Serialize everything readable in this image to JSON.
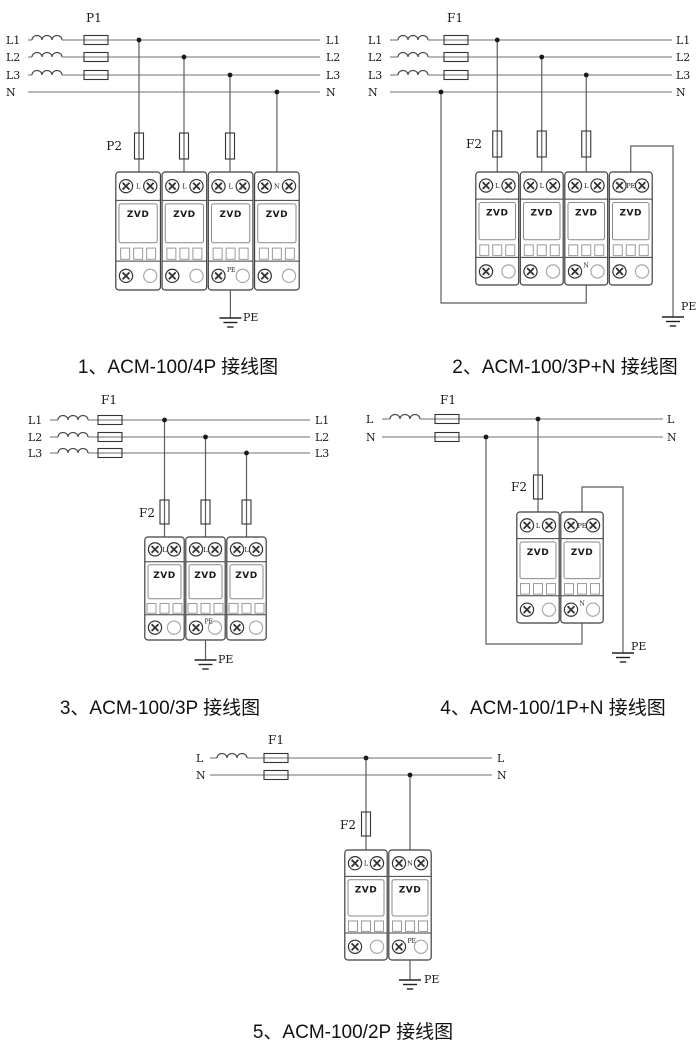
{
  "page_title": "ACM-100 surge protector wiring diagrams",
  "colors": {
    "bus_wire": "#8c8c8c",
    "branch_wire": "#5d5d5d",
    "device_stroke": "#3f3f3f",
    "text": "#1a1a1a"
  },
  "diagrams": [
    {
      "caption": "1、ACM-100/4P 接线图",
      "main_fuse_label": "P1",
      "branch_fuse_label": "P2",
      "pe_label": "PE",
      "lines": [
        "L1",
        "L2",
        "L3",
        "N"
      ],
      "modules": [
        {
          "top_label": "L",
          "body_label": "ZVD",
          "bottom_label": ""
        },
        {
          "top_label": "L",
          "body_label": "ZVD",
          "bottom_label": ""
        },
        {
          "top_label": "L",
          "body_label": "ZVD",
          "bottom_label": "PE"
        },
        {
          "top_label": "N",
          "body_label": "ZVD",
          "bottom_label": ""
        }
      ]
    },
    {
      "caption": "2、ACM-100/3P+N 接线图",
      "main_fuse_label": "F1",
      "branch_fuse_label": "F2",
      "pe_label": "PE",
      "lines": [
        "L1",
        "L2",
        "L3",
        "N"
      ],
      "modules": [
        {
          "top_label": "L",
          "body_label": "ZVD",
          "bottom_label": ""
        },
        {
          "top_label": "L",
          "body_label": "ZVD",
          "bottom_label": ""
        },
        {
          "top_label": "L",
          "body_label": "ZVD",
          "bottom_label": "N"
        },
        {
          "top_label": "PE",
          "body_label": "ZVD",
          "bottom_label": ""
        }
      ]
    },
    {
      "caption": "3、ACM-100/3P 接线图",
      "main_fuse_label": "F1",
      "branch_fuse_label": "F2",
      "pe_label": "PE",
      "lines": [
        "L1",
        "L2",
        "L3"
      ],
      "modules": [
        {
          "top_label": "L",
          "body_label": "ZVD",
          "bottom_label": ""
        },
        {
          "top_label": "L",
          "body_label": "ZVD",
          "bottom_label": "PE"
        },
        {
          "top_label": "L",
          "body_label": "ZVD",
          "bottom_label": ""
        }
      ]
    },
    {
      "caption": "4、ACM-100/1P+N 接线图",
      "main_fuse_label": "F1",
      "branch_fuse_label": "F2",
      "pe_label": "PE",
      "lines": [
        "L",
        "N"
      ],
      "modules": [
        {
          "top_label": "L",
          "body_label": "ZVD",
          "bottom_label": ""
        },
        {
          "top_label": "PE",
          "body_label": "ZVD",
          "bottom_label": "N"
        }
      ]
    },
    {
      "caption": "5、ACM-100/2P 接线图",
      "main_fuse_label": "F1",
      "branch_fuse_label": "F2",
      "pe_label": "PE",
      "lines": [
        "L",
        "N"
      ],
      "modules": [
        {
          "top_label": "L",
          "body_label": "ZVD",
          "bottom_label": ""
        },
        {
          "top_label": "N",
          "body_label": "ZVD",
          "bottom_label": "PE"
        }
      ]
    }
  ]
}
